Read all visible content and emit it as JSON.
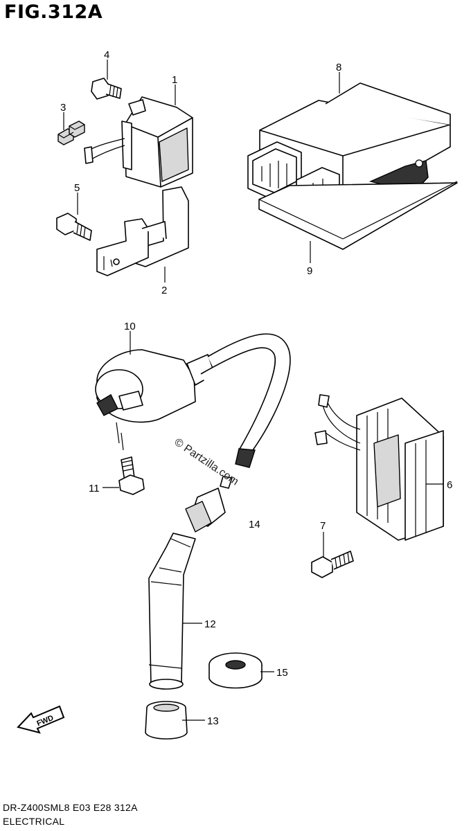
{
  "figure": {
    "title": "FIG.312A",
    "model_code": "DR-Z400SML8  E03  E28  312A",
    "section_name": "ELECTRICAL",
    "watermark": "© Partzilla.com",
    "fwd_label": "FWD"
  },
  "callouts": [
    {
      "id": "1",
      "label": "1"
    },
    {
      "id": "2",
      "label": "2"
    },
    {
      "id": "3",
      "label": "3"
    },
    {
      "id": "4",
      "label": "4"
    },
    {
      "id": "5",
      "label": "5"
    },
    {
      "id": "6",
      "label": "6"
    },
    {
      "id": "7",
      "label": "7"
    },
    {
      "id": "8",
      "label": "8"
    },
    {
      "id": "9",
      "label": "9"
    },
    {
      "id": "10",
      "label": "10"
    },
    {
      "id": "11",
      "label": "11"
    },
    {
      "id": "12",
      "label": "12"
    },
    {
      "id": "13",
      "label": "13"
    },
    {
      "id": "14",
      "label": "14"
    },
    {
      "id": "15",
      "label": "15"
    }
  ]
}
